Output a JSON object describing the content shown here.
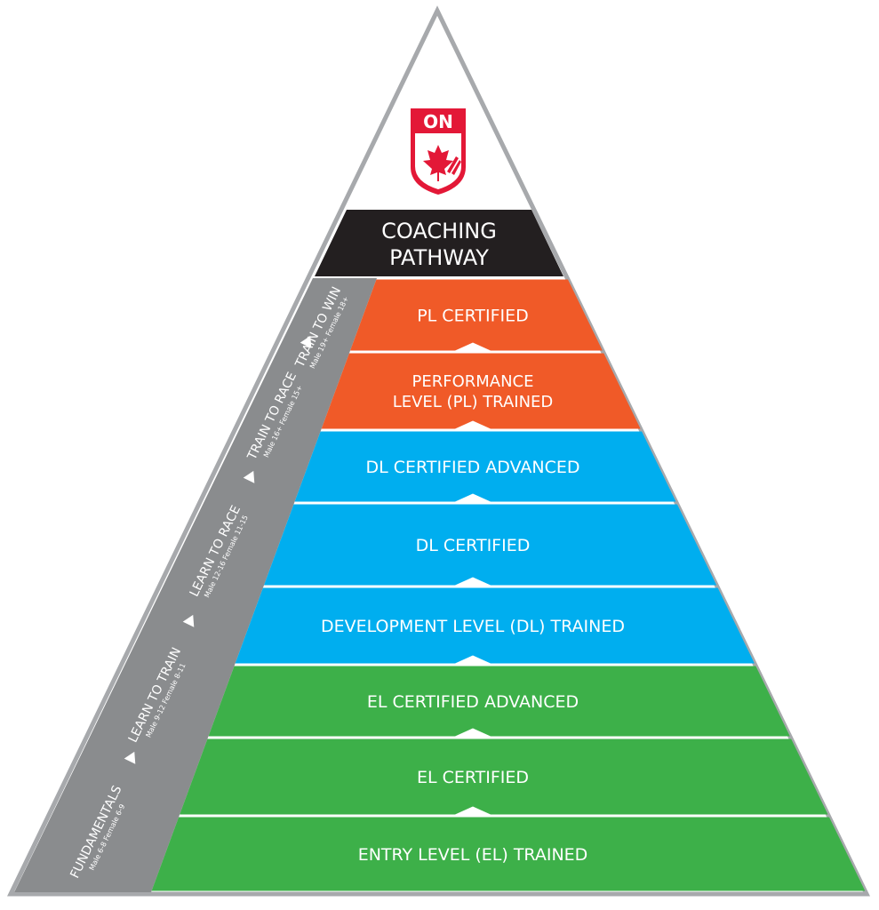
{
  "logo": {
    "text": "ON",
    "icon": "maple-leaf-shield-icon"
  },
  "header": {
    "line1": "COACHING",
    "line2": "PATHWAY"
  },
  "tiers": [
    {
      "label": "PL CERTIFIED",
      "group": "PL",
      "color": "#F05A28"
    },
    {
      "label": "PERFORMANCE",
      "label2": "LEVEL (PL) TRAINED",
      "group": "PL",
      "color": "#F05A28"
    },
    {
      "label": "DL CERTIFIED ADVANCED",
      "group": "DL",
      "color": "#00AEEF"
    },
    {
      "label": "DL CERTIFIED",
      "group": "DL",
      "color": "#00AEEF"
    },
    {
      "label": "DEVELOPMENT LEVEL (DL) TRAINED",
      "group": "DL",
      "color": "#00AEEF"
    },
    {
      "label": "EL CERTIFIED ADVANCED",
      "group": "EL",
      "color": "#3DB049"
    },
    {
      "label": "EL CERTIFIED",
      "group": "EL",
      "color": "#3DB049"
    },
    {
      "label": "ENTRY LEVEL (EL) TRAINED",
      "group": "EL",
      "color": "#3DB049"
    }
  ],
  "stages": [
    {
      "name": "FUNDAMENTALS",
      "ages": "Male 6-8  Female 6-9"
    },
    {
      "name": "LEARN TO TRAIN",
      "ages": "Male 9-12  Female 8-11"
    },
    {
      "name": "LEARN TO RACE",
      "ages": "Male 12-16  Female 11-15"
    },
    {
      "name": "TRAIN TO RACE",
      "ages": "Male 16+  Female 15+"
    },
    {
      "name": "TRAIN TO WIN",
      "ages": "Male 19+  Female 18+"
    }
  ],
  "colors": {
    "outline": "#A7A9AC",
    "header_bg": "#231F20",
    "side_band": "#8A8C8E",
    "logo_red": "#E31837",
    "text_light": "#FFFFFF"
  }
}
